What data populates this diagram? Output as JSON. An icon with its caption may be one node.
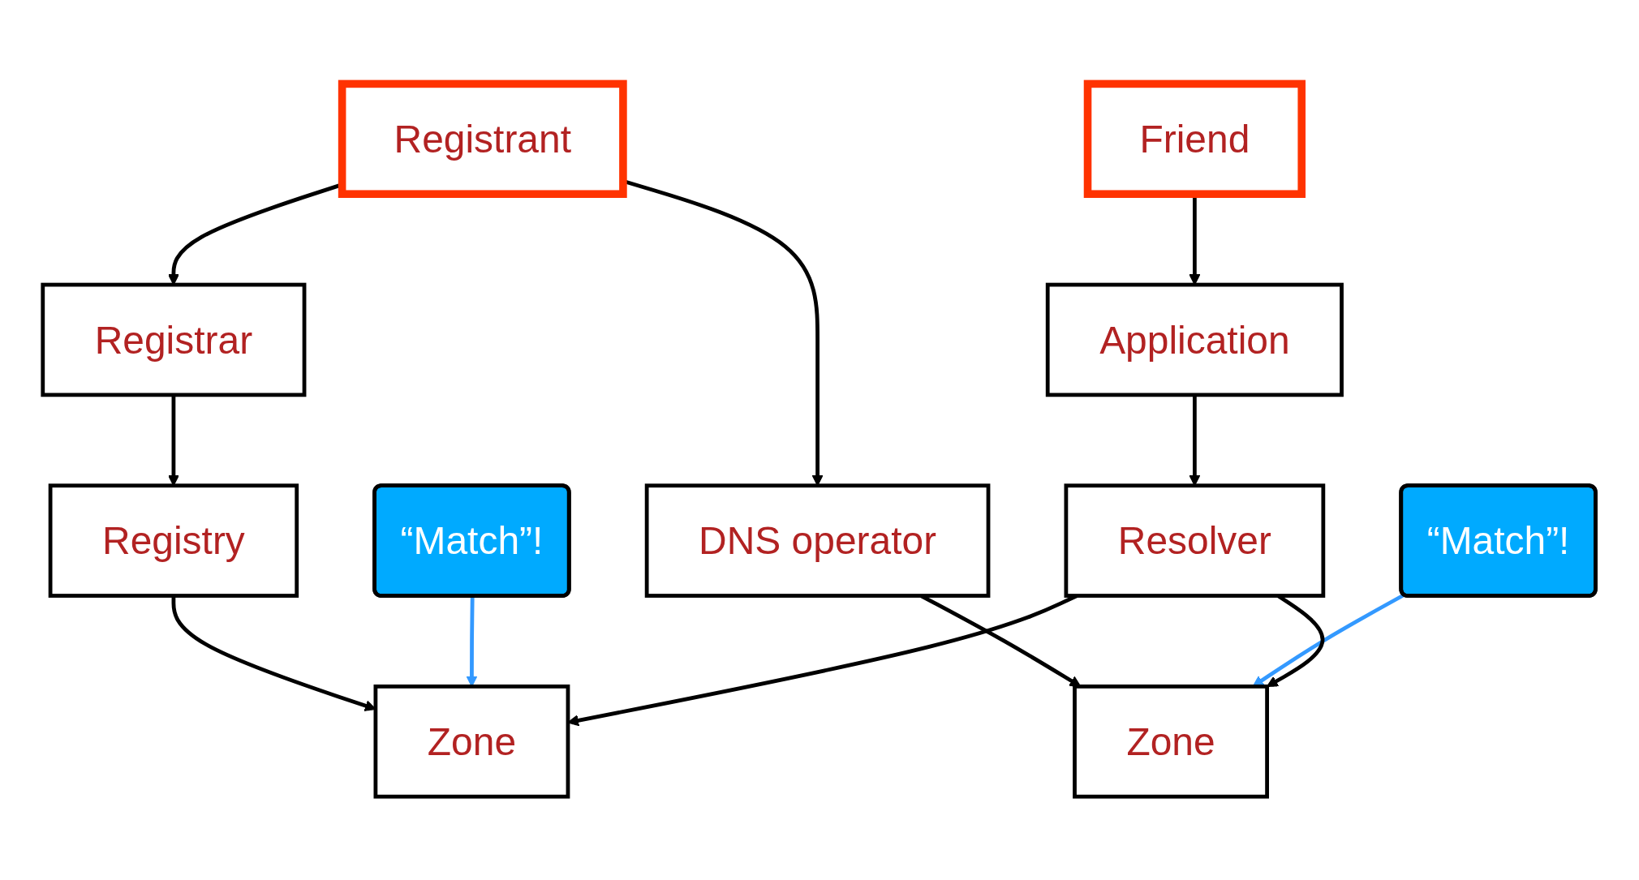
{
  "diagram": {
    "nodes": [
      {
        "text": [
          "Registrant"
        ]
      },
      {
        "text": [
          "Registrar"
        ]
      },
      {
        "text": [
          "Registry"
        ]
      },
      {
        "text": [
          "DNS operator"
        ]
      },
      {
        "text": [
          "Zone"
        ]
      },
      {
        "text": [
          "Zone"
        ]
      },
      {
        "text": [
          "“Match”!"
        ]
      },
      {
        "text": [
          "“Match”!"
        ]
      },
      {
        "text": [
          "Friend"
        ]
      },
      {
        "text": [
          "Application"
        ]
      },
      {
        "text": [
          "Resolver"
        ]
      }
    ],
    "edges": [
      {
        "from": 0,
        "to": 1,
        "arrow": "to"
      },
      {
        "from": 1,
        "to": 2,
        "arrow": "to"
      },
      {
        "from": 0,
        "to": 3,
        "arrow": "to"
      },
      {
        "from": 2,
        "to": 5,
        "arrow": "to"
      },
      {
        "from": 3,
        "to": 4,
        "arrow": "to"
      },
      {
        "from": 6,
        "to": 4,
        "arrow": "to",
        "color": "#3399ff"
      },
      {
        "from": 7,
        "to": 5,
        "arrow": "to",
        "color": "#3399ff"
      },
      {
        "from": 10,
        "to": 4,
        "arrow": "to"
      },
      {
        "from": 10,
        "to": 5,
        "arrow": "to"
      },
      {
        "from": 8,
        "to": 9,
        "arrow": "to"
      },
      {
        "from": 9,
        "to": 10,
        "arrow": "to"
      }
    ]
  }
}
